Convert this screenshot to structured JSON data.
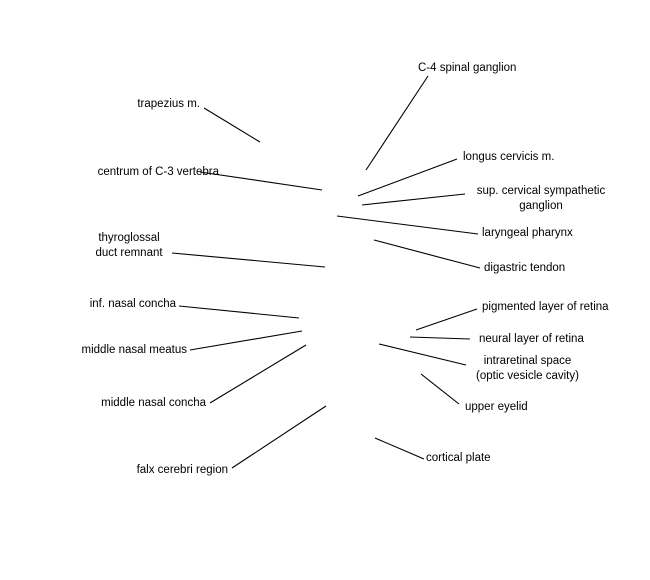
{
  "labels": {
    "c4_spinal_ganglion": "C-4 spinal ganglion",
    "trapezius": "trapezius m.",
    "longus_cervicis": "longus cervicis m.",
    "centrum_c3": "centrum of C-3 vertebra",
    "sup_cervical_sympathetic_1": "sup. cervical sympathetic",
    "sup_cervical_sympathetic_2": "ganglion",
    "laryngeal_pharynx": "laryngeal pharynx",
    "thyroglossal_1": "thyroglossal",
    "thyroglossal_2": "duct remnant",
    "digastric_tendon": "digastric tendon",
    "pigmented_layer": "pigmented layer of retina",
    "inf_nasal_concha": "inf. nasal concha",
    "neural_layer": "neural layer of retina",
    "middle_nasal_meatus": "middle nasal meatus",
    "intraretinal_space_1": "intraretinal space",
    "intraretinal_space_2": "(optic vesicle cavity)",
    "middle_nasal_concha": "middle nasal concha",
    "upper_eyelid": "upper eyelid",
    "cortical_plate": "cortical plate",
    "falx_cerebri": "falx cerebri region"
  }
}
